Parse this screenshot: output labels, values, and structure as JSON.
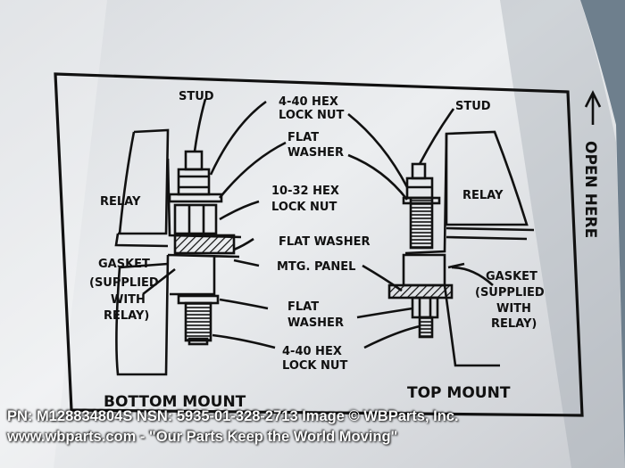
{
  "labels": {
    "stud_left": "STUD",
    "hex_lock_nut_top_1": "4-40 HEX",
    "hex_lock_nut_top_2": "LOCK NUT",
    "flat_washer_top_1": "FLAT",
    "flat_washer_top_2": "WASHER",
    "relay_left": "RELAY",
    "hex_10_32_1": "10-32 HEX",
    "hex_10_32_2": "LOCK NUT",
    "flat_washer_mid": "FLAT WASHER",
    "mtg_panel": "MTG. PANEL",
    "gasket_left_1": "GASKET",
    "gasket_left_2": "(SUPPLIED",
    "gasket_left_3": "WITH",
    "gasket_left_4": "RELAY)",
    "flat_washer_bottom_1": "FLAT",
    "flat_washer_bottom_2": "WASHER",
    "hex_lock_nut_bottom_1": "4-40 HEX",
    "hex_lock_nut_bottom_2": "LOCK NUT",
    "stud_right": "STUD",
    "relay_right": "RELAY",
    "gasket_right_1": "GASKET",
    "gasket_right_2": "(SUPPLIED",
    "gasket_right_3": "WITH",
    "gasket_right_4": "RELAY)",
    "bottom_mount": "BOTTOM MOUNT",
    "top_mount": "TOP MOUNT",
    "open_here": "OPEN HERE"
  },
  "caption": {
    "line1": "PN: M128834804S  NSN: 5935-01-328-2713 Image © WBParts, Inc.",
    "line2": "www.wbparts.com - \"Our Parts Keep the World Moving\""
  },
  "colors": {
    "background": "#6e7f8d",
    "bag": "#e4e6e9",
    "ink": "#111111",
    "caption_text": "#ffffff"
  }
}
